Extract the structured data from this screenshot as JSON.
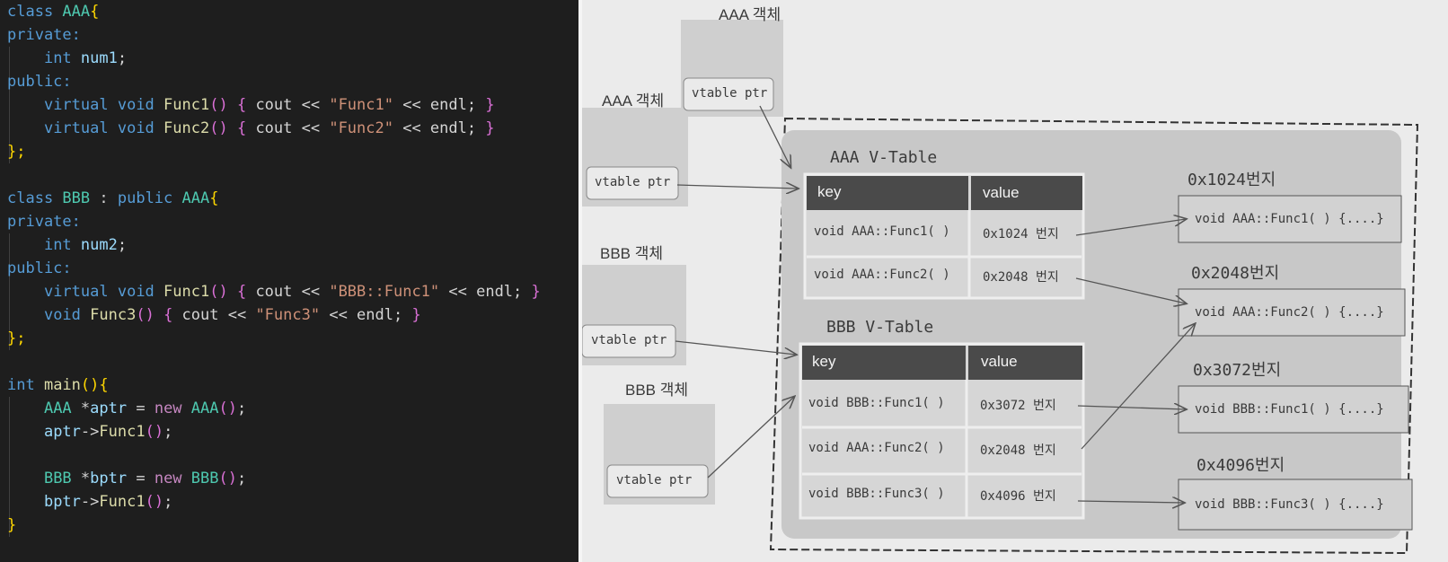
{
  "editor": {
    "lines": [
      [
        {
          "t": "class ",
          "c": "kw"
        },
        {
          "t": "AAA",
          "c": "ty"
        },
        {
          "t": "{",
          "c": "b1"
        }
      ],
      [
        {
          "t": "private:",
          "c": "kw"
        }
      ],
      [
        {
          "t": "    "
        },
        {
          "t": "int ",
          "c": "kw"
        },
        {
          "t": "num1",
          "c": "var"
        },
        {
          "t": ";"
        }
      ],
      [
        {
          "t": "public:",
          "c": "kw"
        }
      ],
      [
        {
          "t": "    "
        },
        {
          "t": "virtual ",
          "c": "kw"
        },
        {
          "t": "void ",
          "c": "kw"
        },
        {
          "t": "Func1",
          "c": "fn"
        },
        {
          "t": "()",
          "c": "b2"
        },
        {
          "t": " "
        },
        {
          "t": "{",
          "c": "b2"
        },
        {
          "t": " cout << "
        },
        {
          "t": "\"Func1\"",
          "c": "str"
        },
        {
          "t": " << endl; "
        },
        {
          "t": "}",
          "c": "b2"
        }
      ],
      [
        {
          "t": "    "
        },
        {
          "t": "virtual ",
          "c": "kw"
        },
        {
          "t": "void ",
          "c": "kw"
        },
        {
          "t": "Func2",
          "c": "fn"
        },
        {
          "t": "()",
          "c": "b2"
        },
        {
          "t": " "
        },
        {
          "t": "{",
          "c": "b2"
        },
        {
          "t": " cout << "
        },
        {
          "t": "\"Func2\"",
          "c": "str"
        },
        {
          "t": " << endl; "
        },
        {
          "t": "}",
          "c": "b2"
        }
      ],
      [
        {
          "t": "};",
          "c": "b1"
        }
      ],
      [],
      [
        {
          "t": "class ",
          "c": "kw"
        },
        {
          "t": "BBB",
          "c": "ty"
        },
        {
          "t": " : "
        },
        {
          "t": "public ",
          "c": "kw"
        },
        {
          "t": "AAA",
          "c": "ty"
        },
        {
          "t": "{",
          "c": "b1"
        }
      ],
      [
        {
          "t": "private:",
          "c": "kw"
        }
      ],
      [
        {
          "t": "    "
        },
        {
          "t": "int ",
          "c": "kw"
        },
        {
          "t": "num2",
          "c": "var"
        },
        {
          "t": ";"
        }
      ],
      [
        {
          "t": "public:",
          "c": "kw"
        }
      ],
      [
        {
          "t": "    "
        },
        {
          "t": "virtual ",
          "c": "kw"
        },
        {
          "t": "void ",
          "c": "kw"
        },
        {
          "t": "Func1",
          "c": "fn"
        },
        {
          "t": "()",
          "c": "b2"
        },
        {
          "t": " "
        },
        {
          "t": "{",
          "c": "b2"
        },
        {
          "t": " cout << "
        },
        {
          "t": "\"BBB::Func1\"",
          "c": "str"
        },
        {
          "t": " << endl; "
        },
        {
          "t": "}",
          "c": "b2"
        }
      ],
      [
        {
          "t": "    "
        },
        {
          "t": "void ",
          "c": "kw"
        },
        {
          "t": "Func3",
          "c": "fn"
        },
        {
          "t": "()",
          "c": "b2"
        },
        {
          "t": " "
        },
        {
          "t": "{",
          "c": "b2"
        },
        {
          "t": " cout << "
        },
        {
          "t": "\"Func3\"",
          "c": "str"
        },
        {
          "t": " << endl; "
        },
        {
          "t": "}",
          "c": "b2"
        }
      ],
      [
        {
          "t": "};",
          "c": "b1"
        }
      ],
      [],
      [
        {
          "t": "int ",
          "c": "kw"
        },
        {
          "t": "main",
          "c": "fn"
        },
        {
          "t": "()",
          "c": "b1"
        },
        {
          "t": "{",
          "c": "b1"
        }
      ],
      [
        {
          "t": "    "
        },
        {
          "t": "AAA",
          "c": "ty"
        },
        {
          "t": " *"
        },
        {
          "t": "aptr",
          "c": "var"
        },
        {
          "t": " = "
        },
        {
          "t": "new ",
          "c": "ctrl"
        },
        {
          "t": "AAA",
          "c": "ty"
        },
        {
          "t": "()",
          "c": "b2"
        },
        {
          "t": ";"
        }
      ],
      [
        {
          "t": "    "
        },
        {
          "t": "aptr",
          "c": "var"
        },
        {
          "t": "->"
        },
        {
          "t": "Func1",
          "c": "fn"
        },
        {
          "t": "()",
          "c": "b2"
        },
        {
          "t": ";"
        }
      ],
      [],
      [
        {
          "t": "    "
        },
        {
          "t": "BBB",
          "c": "ty"
        },
        {
          "t": " *"
        },
        {
          "t": "bptr",
          "c": "var"
        },
        {
          "t": " = "
        },
        {
          "t": "new ",
          "c": "ctrl"
        },
        {
          "t": "BBB",
          "c": "ty"
        },
        {
          "t": "()",
          "c": "b2"
        },
        {
          "t": ";"
        }
      ],
      [
        {
          "t": "    "
        },
        {
          "t": "bptr",
          "c": "var"
        },
        {
          "t": "->"
        },
        {
          "t": "Func1",
          "c": "fn"
        },
        {
          "t": "()",
          "c": "b2"
        },
        {
          "t": ";"
        }
      ],
      [
        {
          "t": "}",
          "c": "b1"
        }
      ]
    ]
  },
  "diagram": {
    "objects": [
      {
        "title": "AAA 객체",
        "ptr": "vtable ptr"
      },
      {
        "title": "AAA 객체",
        "ptr": "vtable ptr"
      },
      {
        "title": "BBB 객체",
        "ptr": "vtable ptr"
      },
      {
        "title": "BBB 객체",
        "ptr": "vtable ptr"
      }
    ],
    "vtables": [
      {
        "title": "AAA V-Table",
        "key_header": "key",
        "value_header": "value",
        "rows": [
          {
            "key": "void AAA::Func1( )",
            "value": "0x1024 번지"
          },
          {
            "key": "void AAA::Func2( )",
            "value": "0x2048 번지"
          }
        ]
      },
      {
        "title": "BBB V-Table",
        "key_header": "key",
        "value_header": "value",
        "rows": [
          {
            "key": "void BBB::Func1( )",
            "value": "0x3072 번지"
          },
          {
            "key": "void AAA::Func2( )",
            "value": "0x2048 번지"
          },
          {
            "key": "void BBB::Func3( )",
            "value": "0x4096 번지"
          }
        ]
      }
    ],
    "functions": [
      {
        "addr": "0x1024번지",
        "body": "void AAA::Func1( ) {....}"
      },
      {
        "addr": "0x2048번지",
        "body": "void AAA::Func2( ) {....}"
      },
      {
        "addr": "0x3072번지",
        "body": "void BBB::Func1( ) {....}"
      },
      {
        "addr": "0x4096번지",
        "body": "void BBB::Func3( ) {....}"
      }
    ]
  }
}
